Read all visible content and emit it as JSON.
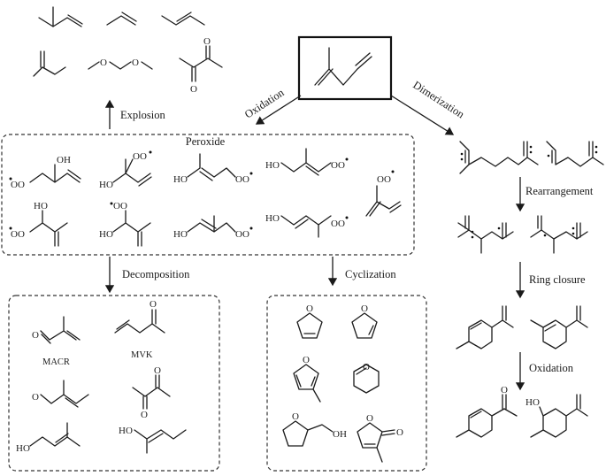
{
  "labels": {
    "explosion": "Explosion",
    "oxidation_top": "Oxidation",
    "dimerization": "Dimerization",
    "peroxide": "Peroxide",
    "decomposition": "Decomposition",
    "cyclization": "Cyclization",
    "rearrangement": "Rearrangement",
    "ring_closure": "Ring closure",
    "oxidation_bottom": "Oxidation",
    "macr": "MACR",
    "mvk": "MVK"
  },
  "atoms": {
    "oh": "OH",
    "ho": "HO",
    "oo": "OO",
    "o": "O"
  }
}
